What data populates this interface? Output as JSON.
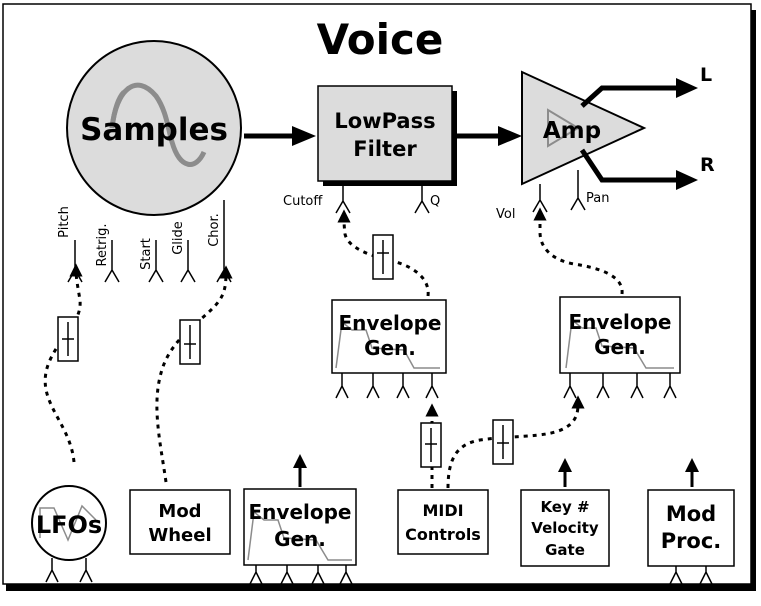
{
  "title": "Voice",
  "samples": {
    "label": "Samples",
    "inputs": [
      "Pitch",
      "Retrig.",
      "Start",
      "Glide",
      "Chor."
    ]
  },
  "filter": {
    "line1": "LowPass",
    "line2": "Filter",
    "inputs": [
      "Cutoff",
      "Q"
    ]
  },
  "amp": {
    "label": "Amp",
    "inputs": [
      "Vol",
      "Pan"
    ],
    "outputs": [
      "L",
      "R"
    ]
  },
  "env_filter": {
    "line1": "Envelope",
    "line2": "Gen."
  },
  "env_amp": {
    "line1": "Envelope",
    "line2": "Gen."
  },
  "sources": {
    "lfos": "LFOs",
    "mod_wheel": {
      "line1": "Mod",
      "line2": "Wheel"
    },
    "envelope": {
      "line1": "Envelope",
      "line2": "Gen."
    },
    "midi": {
      "line1": "MIDI",
      "line2": "Controls"
    },
    "key": {
      "line1": "Key #",
      "line2": "Velocity",
      "line3": "Gate"
    },
    "mod_proc": {
      "line1": "Mod",
      "line2": "Proc."
    }
  },
  "colors": {
    "block_fill": "#dcdcdc",
    "curve": "#8c8c8c",
    "line": "#000000"
  }
}
